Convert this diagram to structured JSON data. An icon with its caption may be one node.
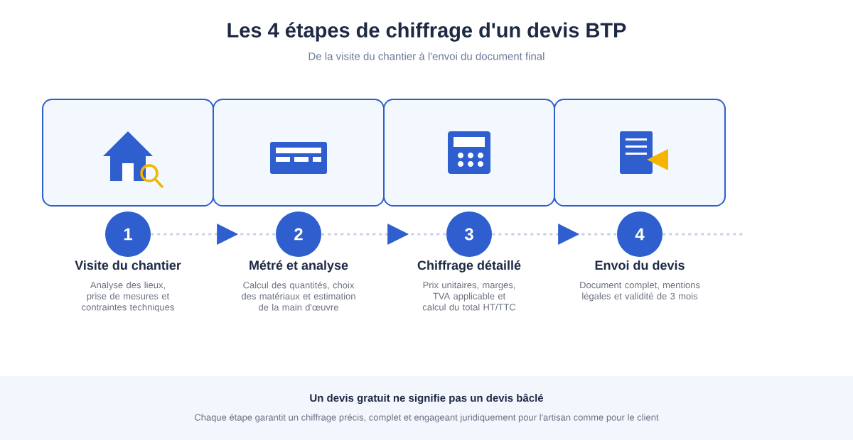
{
  "diagram": {
    "title": "Les 4 étapes de chiffrage d'un devis BTP",
    "nodes": [
      {
        "text": [],
        "shape": "box"
      },
      {
        "text": [],
        "shape": "box"
      },
      {
        "text": [],
        "shape": "box"
      },
      {
        "text": [],
        "shape": "box"
      },
      {
        "text": [
          "1"
        ],
        "beside": [
          "Visite du chantier",
          "Analyse des lieux, prise de mesures et contraintes techniques"
        ]
      },
      {
        "text": [
          "2"
        ],
        "beside": [
          "Métré et analyse",
          "Calcul des quantités, choix des matériaux et estimation de la main d'œuvre"
        ]
      },
      {
        "text": [
          "3"
        ],
        "beside": [
          "Chiffrage détaillé",
          "Prix unitaires, marges, TVA applicable et calcul du total HT/TTC"
        ]
      },
      {
        "text": [
          "4"
        ],
        "beside": [
          "Envoi du devis",
          "Document complet, mentions légales et validité de 3 mois"
        ]
      },
      {
        "text": [
          "Un devis gratuit ne signifie pas un devis bâclé",
          "Chaque étape garantit un chiffrage précis, complet et engageant juridiquement pour l'artisan comme pour le client"
        ]
      }
    ],
    "edges": [
      {
        "from": 4,
        "to": 5,
        "arrow": "to",
        "style": "dashed"
      },
      {
        "from": 5,
        "to": 6,
        "arrow": "to",
        "style": "dashed"
      },
      {
        "from": 6,
        "to": 7,
        "arrow": "to",
        "style": "dashed"
      },
      {
        "from": 7,
        "to": null,
        "arrow": "none",
        "style": "dashed"
      }
    ],
    "labels": [
      "De la visite du chantier à l'envoi du document final"
    ]
  }
}
